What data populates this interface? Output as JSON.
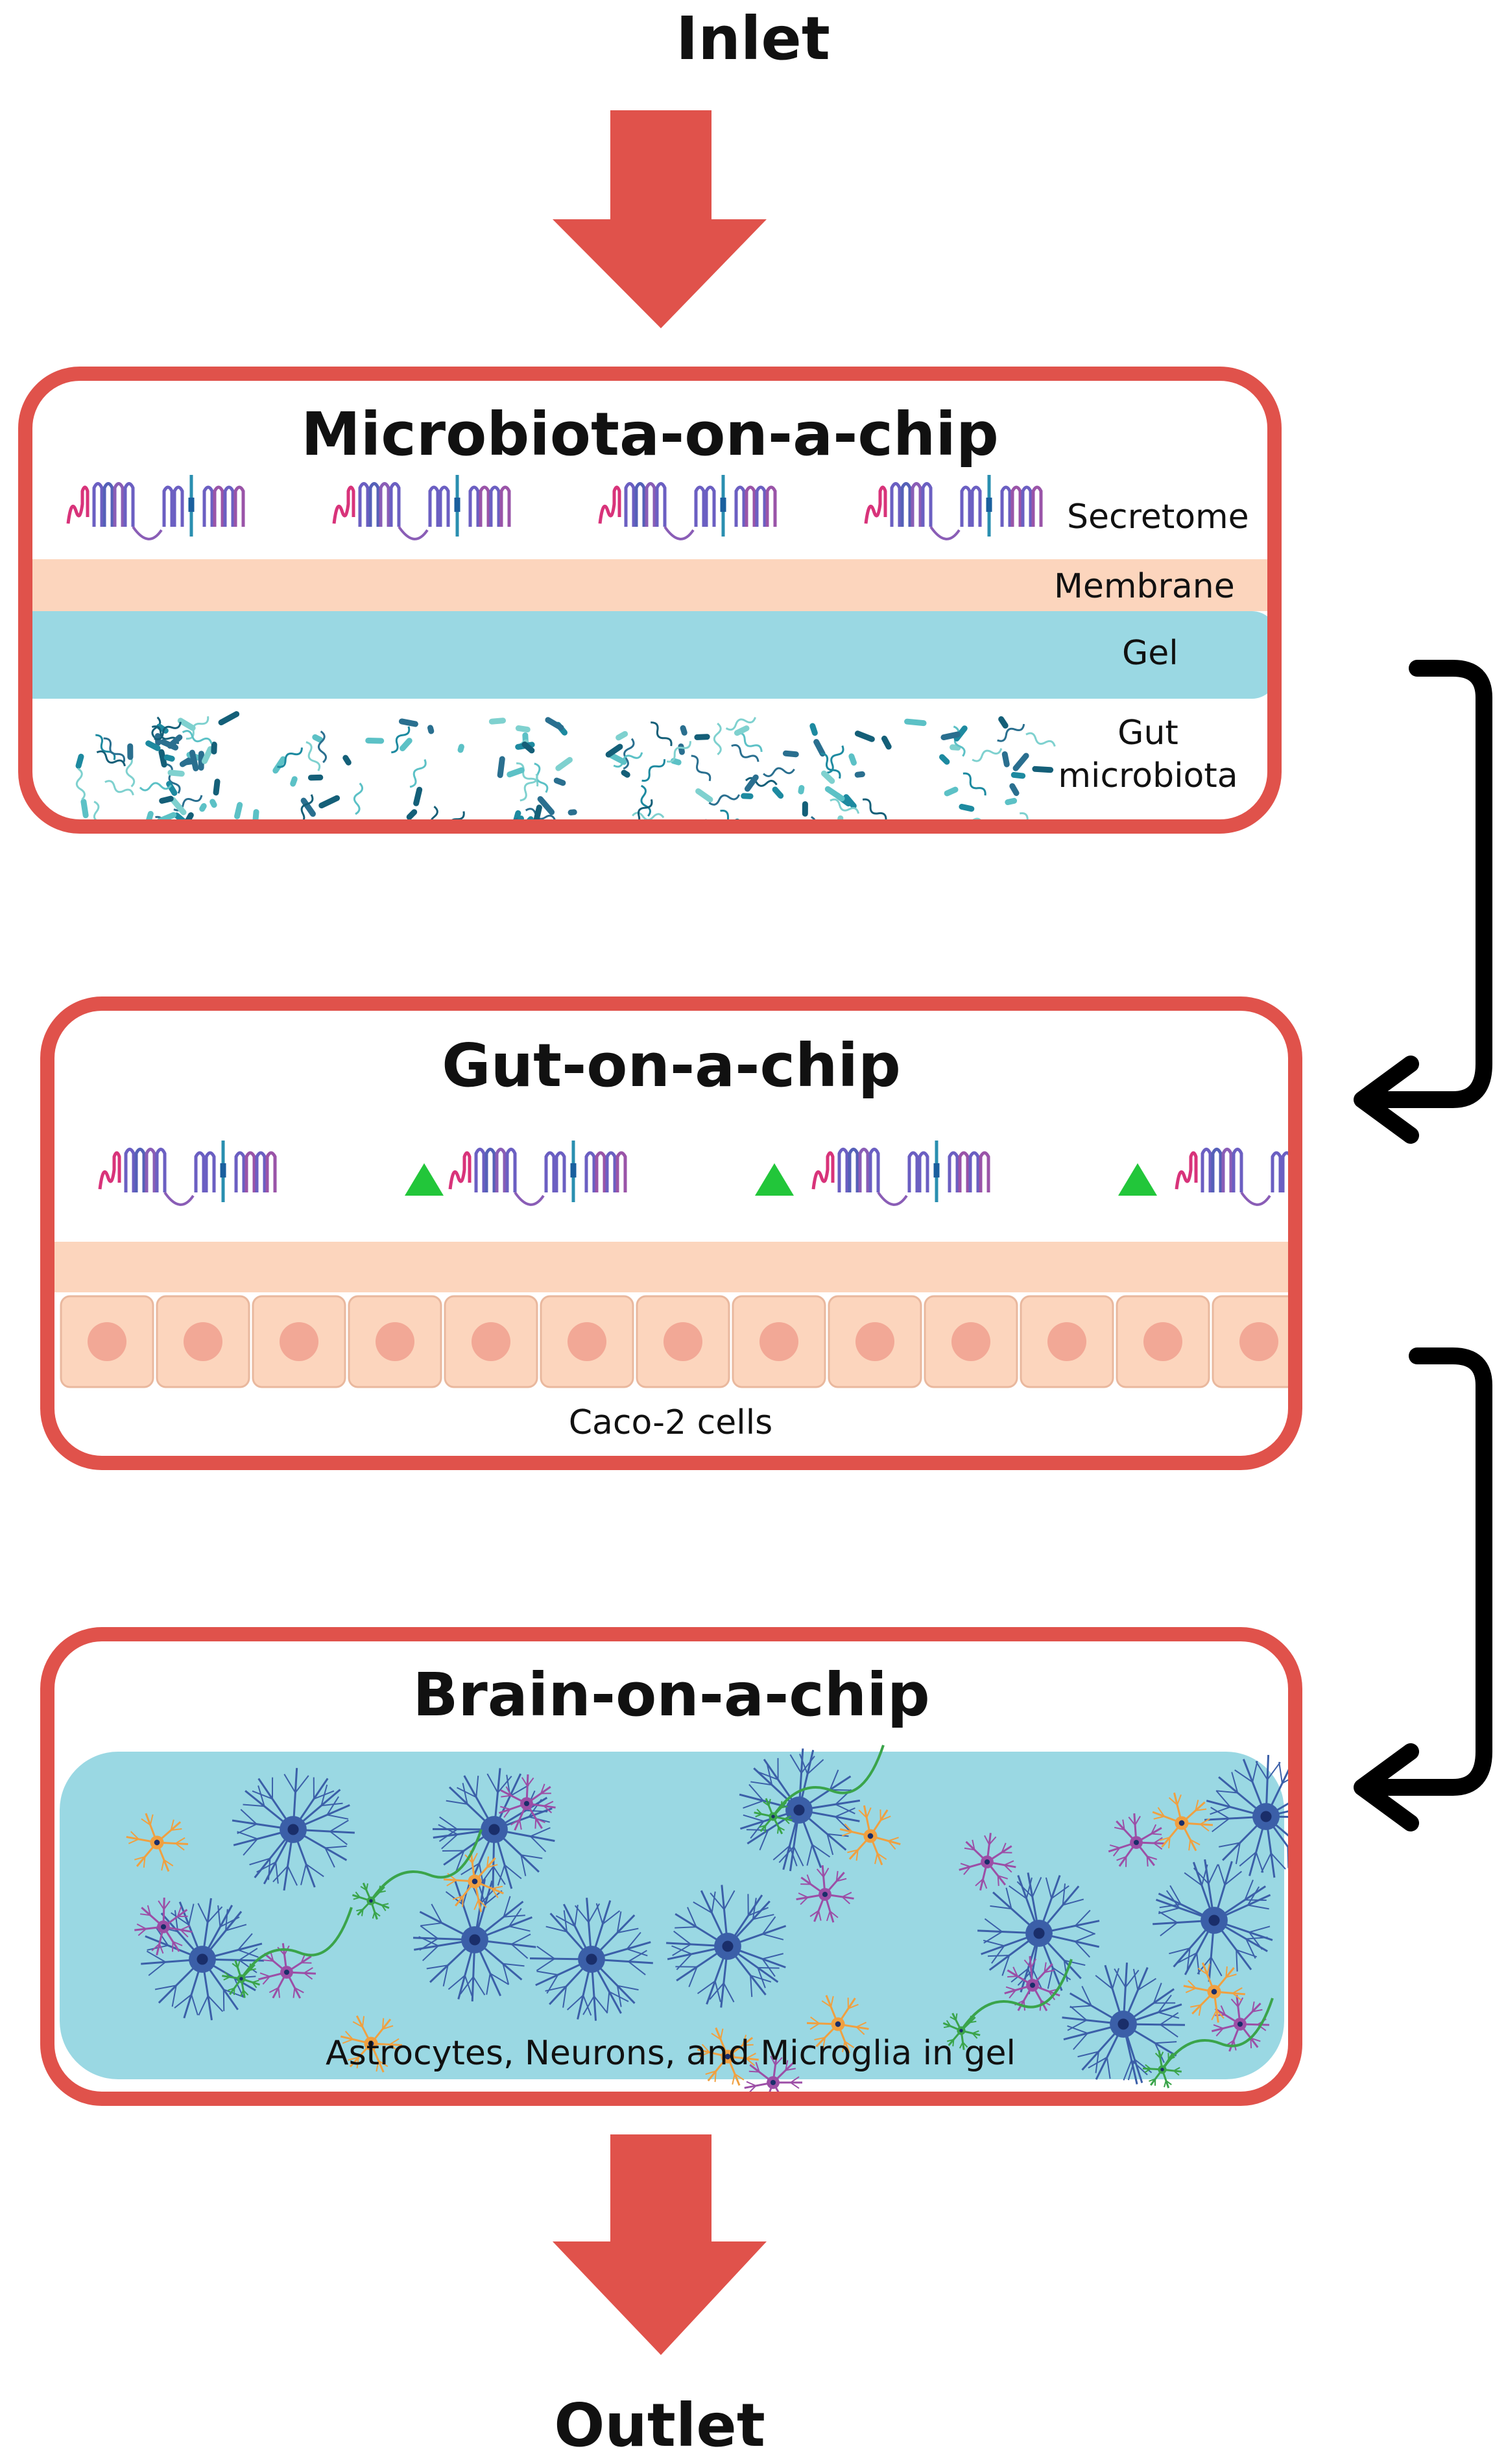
{
  "flow": {
    "inlet_label": "Inlet",
    "outlet_label": "Outlet",
    "arrow_color": "#e0524b",
    "connector_color": "#000000"
  },
  "chips": {
    "microbiota": {
      "title": "Microbiota-on-a-chip",
      "layers": {
        "secretome": "Secretome",
        "membrane": "Membrane",
        "gel": "Gel",
        "gut_microbiota": "Gut\nmicrobiota"
      }
    },
    "gut": {
      "title": "Gut-on-a-chip",
      "cells_label": "Caco-2 cells"
    },
    "brain": {
      "title": "Brain-on-a-chip",
      "gel_label": "Astrocytes, Neurons, and Microglia in gel"
    }
  },
  "colors": {
    "chip_border": "#e0524b",
    "membrane": "#fcd5bd",
    "gel": "#9ad8e3",
    "cell_fill": "#fcd5bd",
    "cell_nucleus": "#f2a896",
    "signal_triangle": "#22c63a",
    "astrocyte": "#3b5fa8",
    "neuron": "#3aa44a",
    "microglia": "#9c4ea6",
    "oligodendro": "#f0a040"
  }
}
